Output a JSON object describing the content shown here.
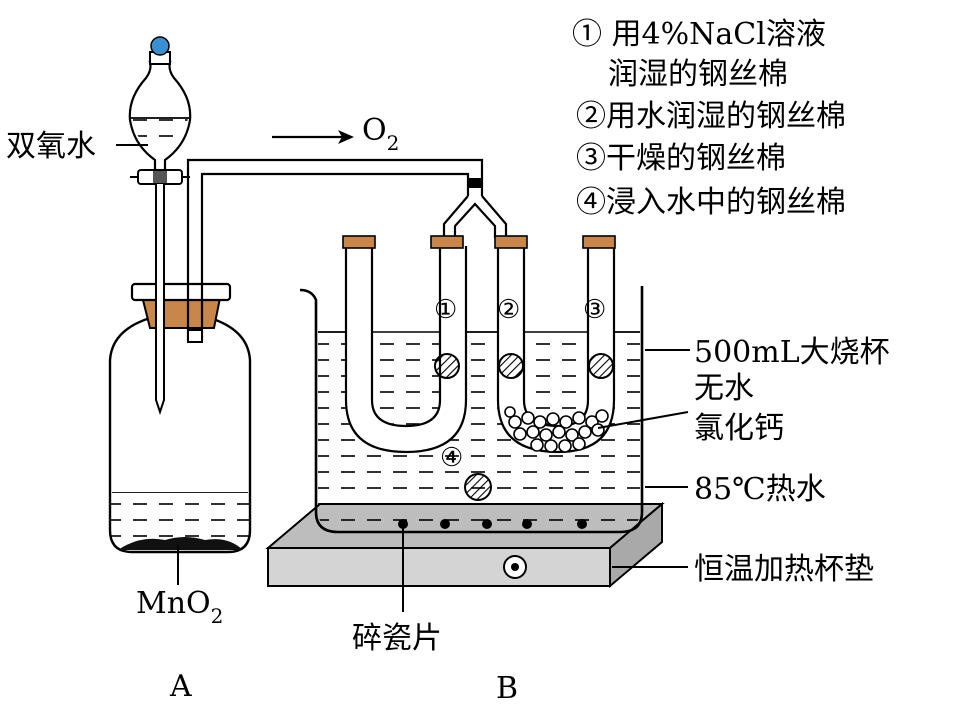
{
  "legend": {
    "item1_line1": "① 用4%NaCl溶液",
    "item1_line2": "润湿的钢丝棉",
    "item2": "②用水润湿的钢丝棉",
    "item3": "③干燥的钢丝棉",
    "item4": "④浸入水中的钢丝棉"
  },
  "labels": {
    "hydrogen_peroxide": "双氧水",
    "oxygen_main": "O",
    "oxygen_sub": "2",
    "mno2_main": "MnO",
    "mno2_sub": "2",
    "beaker": "500mL大烧杯",
    "cacl2_line1": "无水",
    "cacl2_line2": "氯化钙",
    "hot_water": "85℃热水",
    "heating_pad": "恒温加热杯垫",
    "porcelain": "碎瓷片",
    "apparatus_a": "A",
    "apparatus_b": "B"
  },
  "tube_numbers": {
    "n1": "①",
    "n2": "②",
    "n3": "③",
    "n4": "④"
  },
  "colors": {
    "stopper": "#c8864a",
    "stopper_dark": "#8b5a2b",
    "knob": "#3a8fd0",
    "pad_top": "#bdbdbd",
    "pad_front": "#d4d4d4",
    "liquid_dash": "#000000"
  }
}
